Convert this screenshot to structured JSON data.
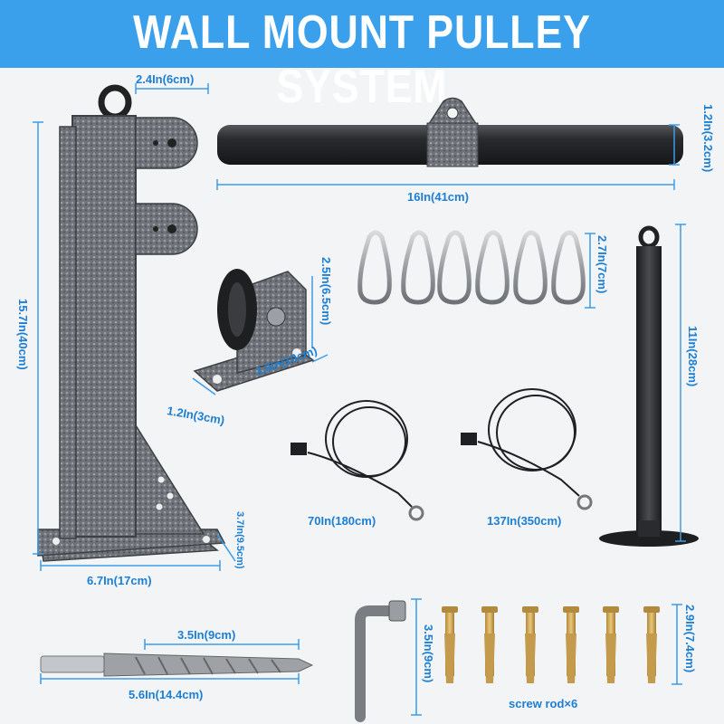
{
  "title": "WALL MOUNT PULLEY SYSTEM",
  "colors": {
    "banner": "#3aa0ec",
    "dimension": "#3c9be8",
    "label": "#1c7fd3",
    "metal": "#6b6f75",
    "bar": "#2a2b2e"
  },
  "dimensions": {
    "bracket_top_width": "2.4In(6cm)",
    "bracket_height": "15.7In(40cm)",
    "bracket_base_width": "6.7In(17cm)",
    "bracket_base_depth": "3.7In(9.5cm)",
    "bar_diameter": "1.2In(3.2cm)",
    "bar_length": "16In(41cm)",
    "pulley_height": "2.5In(6.5cm)",
    "pulley_length": "3.9In(10cm)",
    "pulley_width": "1.2In(3cm)",
    "carabiner_height": "2.7In(7cm)",
    "loading_pin_height": "11In(28cm)",
    "cable_short": "70In(180cm)",
    "cable_long": "137In(350cm)",
    "drill_bit_tip": "3.5In(9cm)",
    "drill_bit_length": "5.6In(14.4cm)",
    "wrench_height": "3.5In(9cm)",
    "screw_height": "2.9In(7.4cm)"
  },
  "screw_caption": "screw rod×6"
}
